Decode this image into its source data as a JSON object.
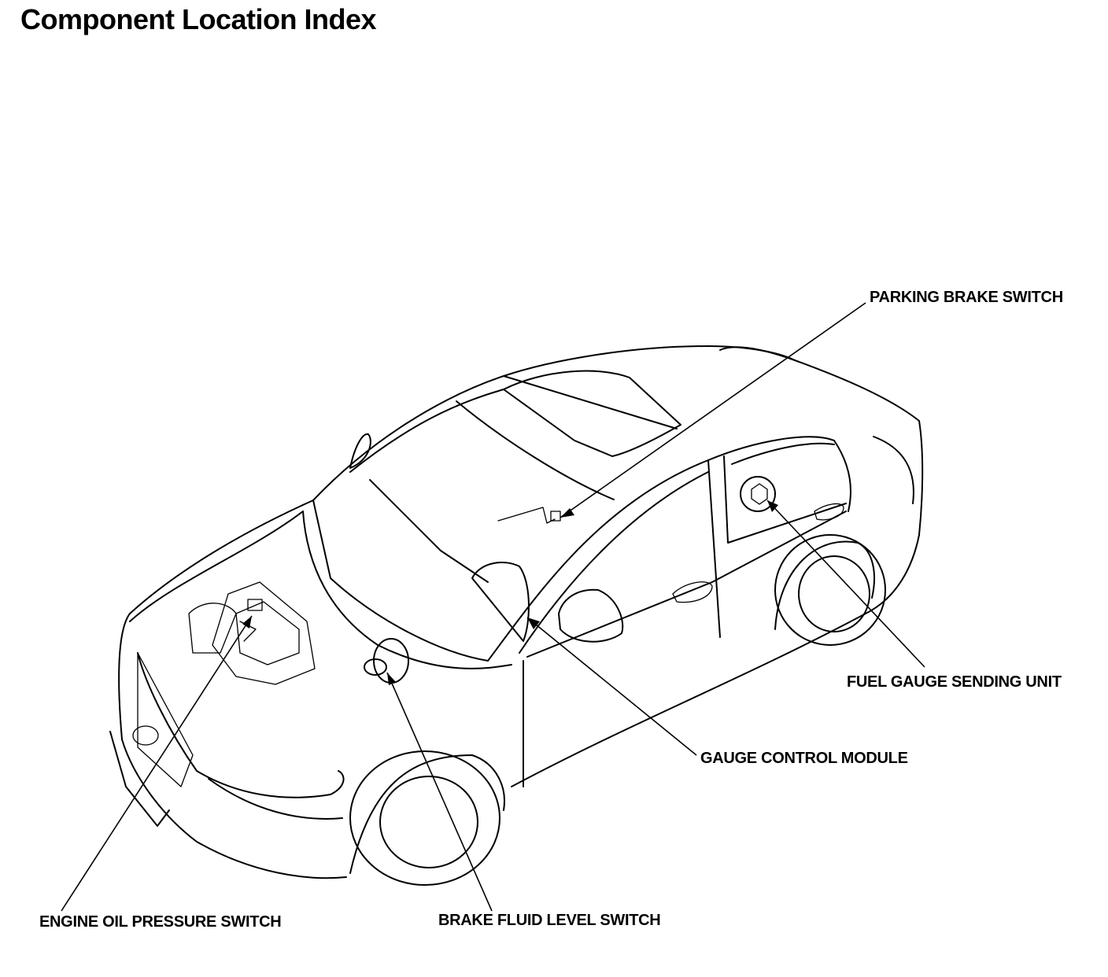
{
  "title": "Component Location Index",
  "callouts": {
    "parking_brake_switch": "PARKING BRAKE SWITCH",
    "fuel_gauge_sending_unit": "FUEL GAUGE SENDING UNIT",
    "gauge_control_module": "GAUGE CONTROL MODULE",
    "engine_oil_pressure_switch": "ENGINE OIL PRESSURE SWITCH",
    "brake_fluid_level_switch": "BRAKE FLUID LEVEL SWITCH"
  }
}
